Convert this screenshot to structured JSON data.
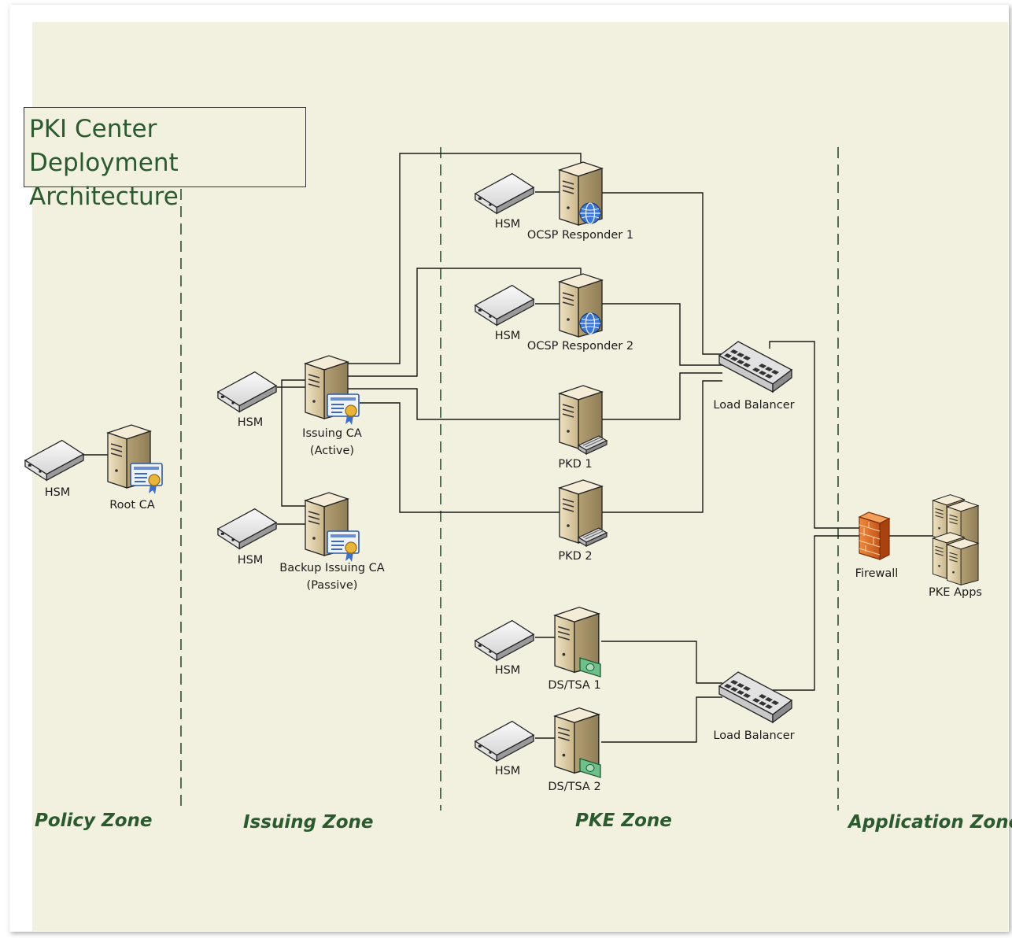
{
  "title": "PKI Center Deployment\nArchitecture",
  "zones": {
    "policy": "Policy Zone",
    "issuing": "Issuing Zone",
    "pke": "PKE Zone",
    "application": "Application Zone"
  },
  "labels": {
    "hsm_root": "HSM",
    "root_ca": "Root CA",
    "hsm_issuing": "HSM",
    "issuing_ca": "Issuing CA",
    "issuing_ca_state": "(Active)",
    "hsm_backup": "HSM",
    "backup_ca": "Backup Issuing CA",
    "backup_ca_state": "(Passive)",
    "hsm_ocsp1": "HSM",
    "ocsp1": "OCSP Responder 1",
    "hsm_ocsp2": "HSM",
    "ocsp2": "OCSP Responder 2",
    "pkd1": "PKD 1",
    "pkd2": "PKD 2",
    "lb_top": "Load Balancer",
    "lb_bottom": "Load Balancer",
    "hsm_ds1": "HSM",
    "ds1": "DS/TSA 1",
    "hsm_ds2": "HSM",
    "ds2": "DS/TSA 2",
    "firewall": "Firewall",
    "pke_apps": "PKE Apps"
  },
  "colors": {
    "background": "#f2f0df",
    "zone_text": "#2a5a2e",
    "line": "#1a1a1a"
  },
  "icons": {
    "hsm": "hsm-appliance-icon",
    "server": "tower-server-icon",
    "certificate": "certificate-badge-icon",
    "globe": "globe-icon",
    "disk": "disk-drive-icon",
    "banknote": "banknote-icon",
    "switch": "network-switch-icon",
    "firewall": "firewall-brick-icon",
    "server_cluster": "server-cluster-icon"
  }
}
